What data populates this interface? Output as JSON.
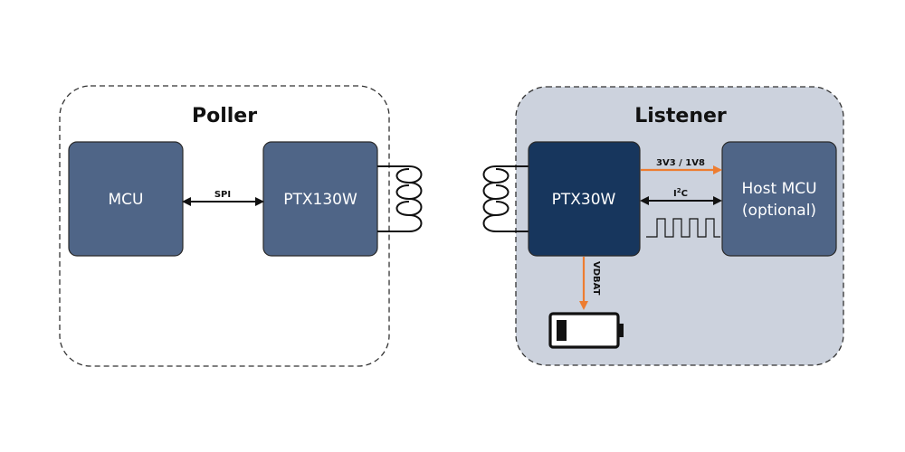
{
  "groups": {
    "poller": {
      "title": "Poller"
    },
    "listener": {
      "title": "Listener"
    }
  },
  "blocks": {
    "mcu": {
      "label": "MCU"
    },
    "ptx130w": {
      "label": "PTX130W"
    },
    "ptx30w": {
      "label": "PTX30W"
    },
    "host_mcu": {
      "line1": "Host MCU",
      "line2": "(optional)"
    }
  },
  "signals": {
    "spi": "SPI",
    "supply": "3V3 / 1V8",
    "i2c_main": "I",
    "i2c_sup": "2",
    "i2c_tail": "C",
    "vdbat": "VDBAT"
  },
  "colors": {
    "block_fill": "#4f6587",
    "ptx30w_fill": "#17365d",
    "listener_bg": "#ccd2dd",
    "supply_arrow": "#ed7d31",
    "outline": "#2a2a2a"
  },
  "icons": {
    "battery": "battery-low-icon",
    "coil": "coil-icon",
    "waveform": "clock-waveform-icon"
  }
}
